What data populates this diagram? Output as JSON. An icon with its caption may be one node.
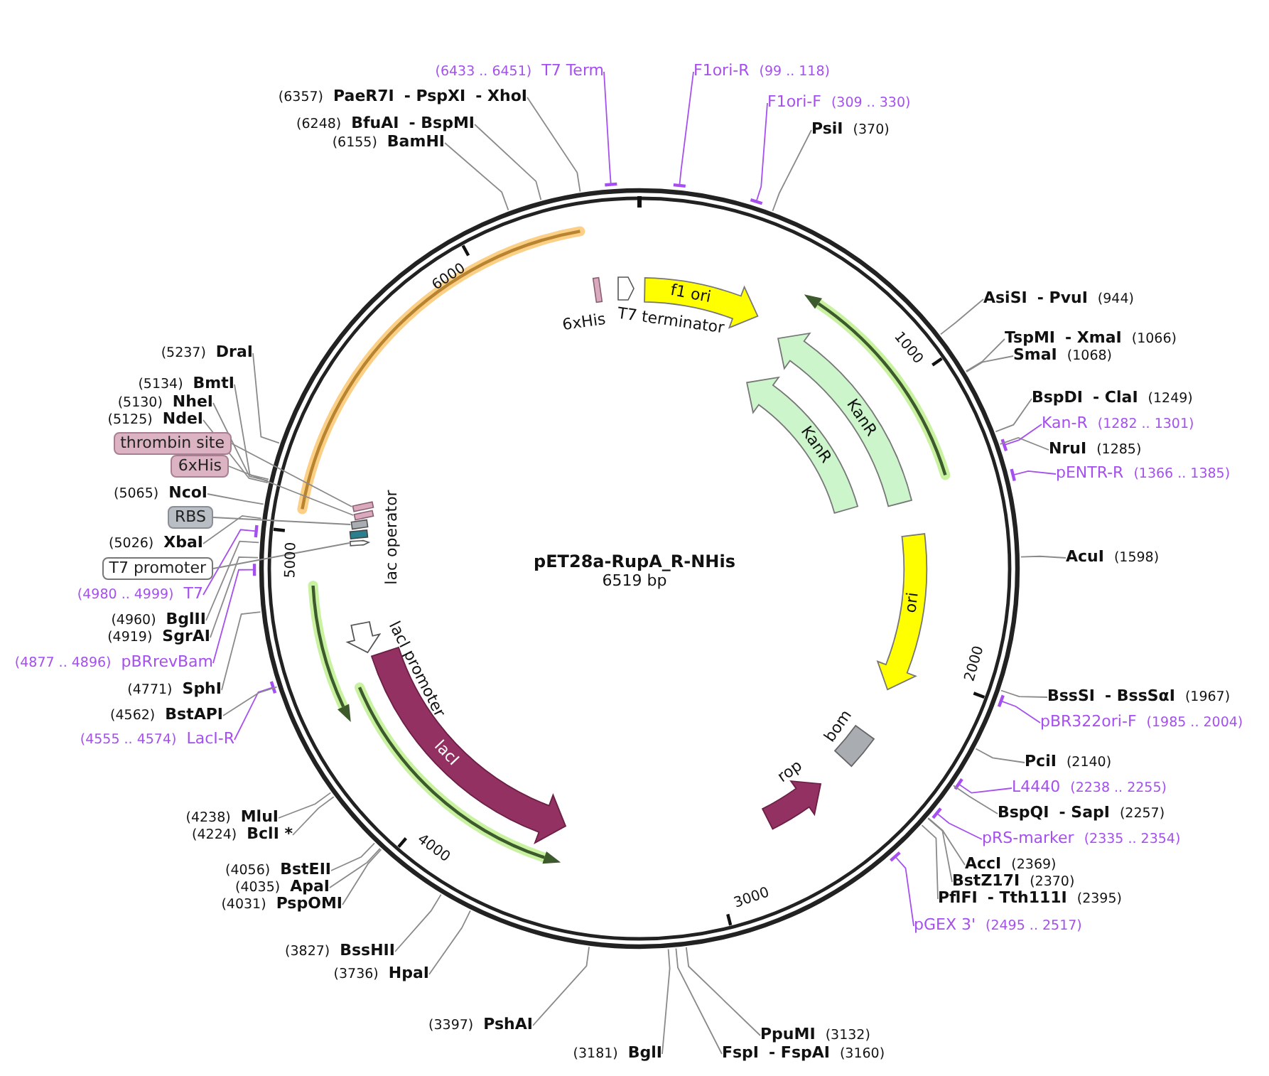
{
  "diagram": {
    "title": "pET28a-RupA_R-NHis",
    "nodes": [
      {
        "text": [
          "(6433 .. 6451)",
          "T7 Term"
        ]
      },
      {
        "text": [
          "F1ori-R",
          "(99 .. 118)"
        ]
      },
      {
        "text": [
          "F1ori-F",
          "(309 .. 330)"
        ]
      },
      {
        "text": [
          "PsiI",
          "(370)"
        ]
      },
      {
        "text": [
          "(6357)",
          "PaeR7I",
          "- PspXI",
          "- XhoI"
        ]
      },
      {
        "text": [
          "(6248)",
          "BfuAI",
          "- BspMI"
        ]
      },
      {
        "text": [
          "(6155)",
          "BamHI"
        ]
      },
      {
        "text": [
          "AsiSI",
          "- PvuI",
          "(944)"
        ]
      },
      {
        "text": [
          "TspMI",
          "- XmaI",
          "(1066)"
        ]
      },
      {
        "text": [
          "SmaI",
          "(1068)"
        ]
      },
      {
        "text": [
          "BspDI",
          "- ClaI",
          "(1249)"
        ]
      },
      {
        "text": [
          "Kan-R",
          "(1282 .. 1301)"
        ]
      },
      {
        "text": [
          "NruI",
          "(1285)"
        ]
      },
      {
        "text": [
          "pENTR-R",
          "(1366 .. 1385)"
        ]
      },
      {
        "text": [
          "AcuI",
          "(1598)"
        ]
      },
      {
        "text": [
          "BssSI",
          "- BssSαI",
          "(1967)"
        ]
      },
      {
        "text": [
          "pBR322ori-F",
          "(1985 .. 2004)"
        ]
      },
      {
        "text": [
          "PciI",
          "(2140)"
        ]
      },
      {
        "text": [
          "L4440",
          "(2238 .. 2255)"
        ]
      },
      {
        "text": [
          "BspQI",
          "- SapI",
          "(2257)"
        ]
      },
      {
        "text": [
          "pRS-marker",
          "(2335 .. 2354)"
        ]
      },
      {
        "text": [
          "AccI",
          "(2369)"
        ]
      },
      {
        "text": [
          "BstZ17I",
          "(2370)"
        ]
      },
      {
        "text": [
          "PflFI",
          "- Tth111I",
          "(2395)"
        ]
      },
      {
        "text": [
          "pGEX 3'",
          "(2495 .. 2517)"
        ]
      },
      {
        "text": [
          "PpuMI",
          "(3132)"
        ]
      },
      {
        "text": [
          "FspI",
          "- FspAI",
          "(3160)"
        ]
      },
      {
        "text": [
          "(3181)",
          "BglI"
        ]
      },
      {
        "text": [
          "(3397)",
          "PshAI"
        ]
      },
      {
        "text": [
          "(3736)",
          "HpaI"
        ]
      },
      {
        "text": [
          "(3827)",
          "BssHII"
        ]
      },
      {
        "text": [
          "(4031)",
          "PspOMI"
        ]
      },
      {
        "text": [
          "(4035)",
          "ApaI"
        ]
      },
      {
        "text": [
          "(4056)",
          "BstEII"
        ]
      },
      {
        "text": [
          "(4224)",
          "BclI *"
        ]
      },
      {
        "text": [
          "(4238)",
          "MluI"
        ]
      },
      {
        "text": [
          "(4555 .. 4574)",
          "LacI-R"
        ]
      },
      {
        "text": [
          "(4562)",
          "BstAPI"
        ]
      },
      {
        "text": [
          "(4771)",
          "SphI"
        ]
      },
      {
        "text": [
          "(4877 .. 4896)",
          "pBRrevBam"
        ]
      },
      {
        "text": [
          "(4919)",
          "SgrAI"
        ]
      },
      {
        "text": [
          "(4960)",
          "BglII"
        ]
      },
      {
        "text": [
          "(4980 .. 4999)",
          "T7"
        ]
      },
      {
        "text": [
          "T7 promoter"
        ]
      },
      {
        "text": [
          "(5026)",
          "XbaI"
        ]
      },
      {
        "text": [
          "RBS"
        ]
      },
      {
        "text": [
          "(5065)",
          "NcoI"
        ]
      },
      {
        "text": [
          "6xHis"
        ]
      },
      {
        "text": [
          "thrombin site"
        ]
      },
      {
        "text": [
          "(5125)",
          "NdeI"
        ]
      },
      {
        "text": [
          "(5130)",
          "NheI"
        ]
      },
      {
        "text": [
          "(5134)",
          "BmtI"
        ]
      },
      {
        "text": [
          "(5237)",
          "DraI"
        ]
      },
      {
        "text": [],
        "shape": "box"
      },
      {
        "text": [],
        "shape": "box"
      },
      {
        "text": [],
        "shape": "box"
      },
      {
        "text": [],
        "shape": "box",
        "beside": [
          "lac operator"
        ]
      },
      {
        "text": [],
        "shape": "arrow"
      },
      {
        "text": [],
        "shape": "box",
        "beside": [
          "6xHis"
        ]
      },
      {
        "text": [],
        "shape": "arrow",
        "beside": [
          "T7 terminator"
        ]
      },
      {
        "text": [
          "f1 ori"
        ]
      },
      {
        "text": [
          "KanR"
        ]
      },
      {
        "text": [
          "KanR"
        ]
      },
      {
        "text": [
          "ori"
        ]
      },
      {
        "text": [],
        "shape": "box",
        "beside": [
          "bom"
        ]
      },
      {
        "text": [],
        "shape": "arrow",
        "beside": [
          "rop"
        ]
      },
      {
        "text": [],
        "shape": "arrow"
      },
      {
        "text": [
          "lacI"
        ]
      }
    ],
    "edges": [
      {
        "from": 0,
        "to": null,
        "arrow": "none",
        "color": "#a64ff0"
      },
      {
        "from": 1,
        "to": null,
        "arrow": "none",
        "color": "#a64ff0"
      },
      {
        "from": 2,
        "to": null,
        "arrow": "none",
        "color": "#a64ff0"
      },
      {
        "from": 3,
        "to": null,
        "arrow": "none"
      },
      {
        "from": 4,
        "to": null,
        "arrow": "none"
      },
      {
        "from": 5,
        "to": null,
        "arrow": "none"
      },
      {
        "from": 6,
        "to": null,
        "arrow": "none"
      },
      {
        "from": 7,
        "to": null,
        "arrow": "none"
      },
      {
        "from": 8,
        "to": null,
        "arrow": "none"
      },
      {
        "from": 9,
        "to": null,
        "arrow": "none"
      },
      {
        "from": 10,
        "to": null,
        "arrow": "none"
      },
      {
        "from": 11,
        "to": null,
        "arrow": "none",
        "color": "#a64ff0"
      },
      {
        "from": 12,
        "to": null,
        "arrow": "none"
      },
      {
        "from": 13,
        "to": null,
        "arrow": "none",
        "color": "#a64ff0"
      },
      {
        "from": 14,
        "to": null,
        "arrow": "none"
      },
      {
        "from": 15,
        "to": null,
        "arrow": "none"
      },
      {
        "from": 16,
        "to": null,
        "arrow": "none",
        "color": "#a64ff0"
      },
      {
        "from": 17,
        "to": null,
        "arrow": "none"
      },
      {
        "from": 18,
        "to": null,
        "arrow": "none",
        "color": "#a64ff0"
      },
      {
        "from": 19,
        "to": null,
        "arrow": "none"
      },
      {
        "from": 20,
        "to": null,
        "arrow": "none",
        "color": "#a64ff0"
      },
      {
        "from": 21,
        "to": null,
        "arrow": "none"
      },
      {
        "from": 22,
        "to": null,
        "arrow": "none"
      },
      {
        "from": 23,
        "to": null,
        "arrow": "none"
      },
      {
        "from": 24,
        "to": null,
        "arrow": "none",
        "color": "#a64ff0"
      },
      {
        "from": 25,
        "to": null,
        "arrow": "none"
      },
      {
        "from": 26,
        "to": null,
        "arrow": "none"
      },
      {
        "from": 27,
        "to": null,
        "arrow": "none"
      },
      {
        "from": 28,
        "to": null,
        "arrow": "none"
      },
      {
        "from": 29,
        "to": null,
        "arrow": "none"
      },
      {
        "from": 30,
        "to": null,
        "arrow": "none"
      },
      {
        "from": 31,
        "to": null,
        "arrow": "none"
      },
      {
        "from": 32,
        "to": null,
        "arrow": "none"
      },
      {
        "from": 33,
        "to": null,
        "arrow": "none"
      },
      {
        "from": 34,
        "to": null,
        "arrow": "none"
      },
      {
        "from": 35,
        "to": null,
        "arrow": "none"
      },
      {
        "from": 36,
        "to": null,
        "arrow": "none",
        "color": "#a64ff0"
      },
      {
        "from": 37,
        "to": null,
        "arrow": "none"
      },
      {
        "from": 38,
        "to": null,
        "arrow": "none"
      },
      {
        "from": 39,
        "to": null,
        "arrow": "none",
        "color": "#a64ff0"
      },
      {
        "from": 40,
        "to": null,
        "arrow": "none"
      },
      {
        "from": 41,
        "to": null,
        "arrow": "none"
      },
      {
        "from": 42,
        "to": null,
        "arrow": "none",
        "color": "#a64ff0"
      },
      {
        "from": 43,
        "to": 57,
        "arrow": "none"
      },
      {
        "from": 44,
        "to": null,
        "arrow": "none"
      },
      {
        "from": 45,
        "to": 55,
        "arrow": "none"
      },
      {
        "from": 46,
        "to": null,
        "arrow": "none"
      },
      {
        "from": 47,
        "to": 54,
        "arrow": "none"
      },
      {
        "from": 48,
        "to": 53,
        "arrow": "none"
      },
      {
        "from": 49,
        "to": null,
        "arrow": "none"
      },
      {
        "from": 50,
        "to": null,
        "arrow": "none"
      },
      {
        "from": 51,
        "to": null,
        "arrow": "none"
      },
      {
        "from": 52,
        "to": null,
        "arrow": "none"
      }
    ],
    "labels": [
      "6519 bp",
      "1000",
      "2000",
      "3000",
      "4000",
      "5000",
      "6000",
      "lacI promoter"
    ]
  }
}
